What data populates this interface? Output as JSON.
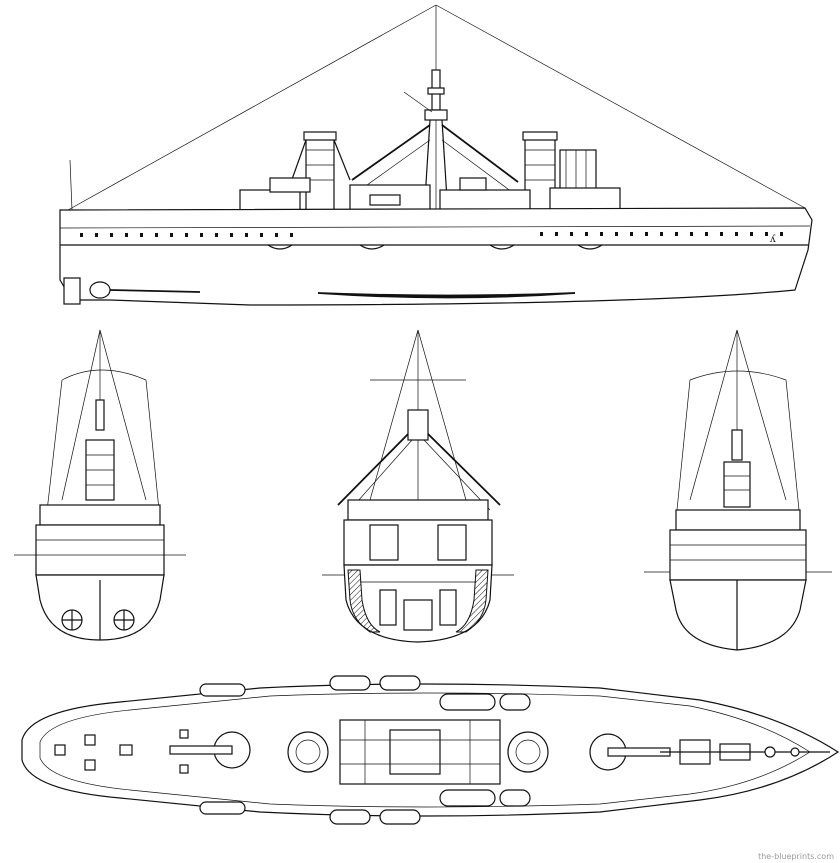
{
  "watermark": "the-blueprints.com",
  "views": [
    {
      "id": "side-elevation"
    },
    {
      "id": "stern-view"
    },
    {
      "id": "midship-section"
    },
    {
      "id": "bow-view"
    },
    {
      "id": "deck-plan"
    }
  ]
}
